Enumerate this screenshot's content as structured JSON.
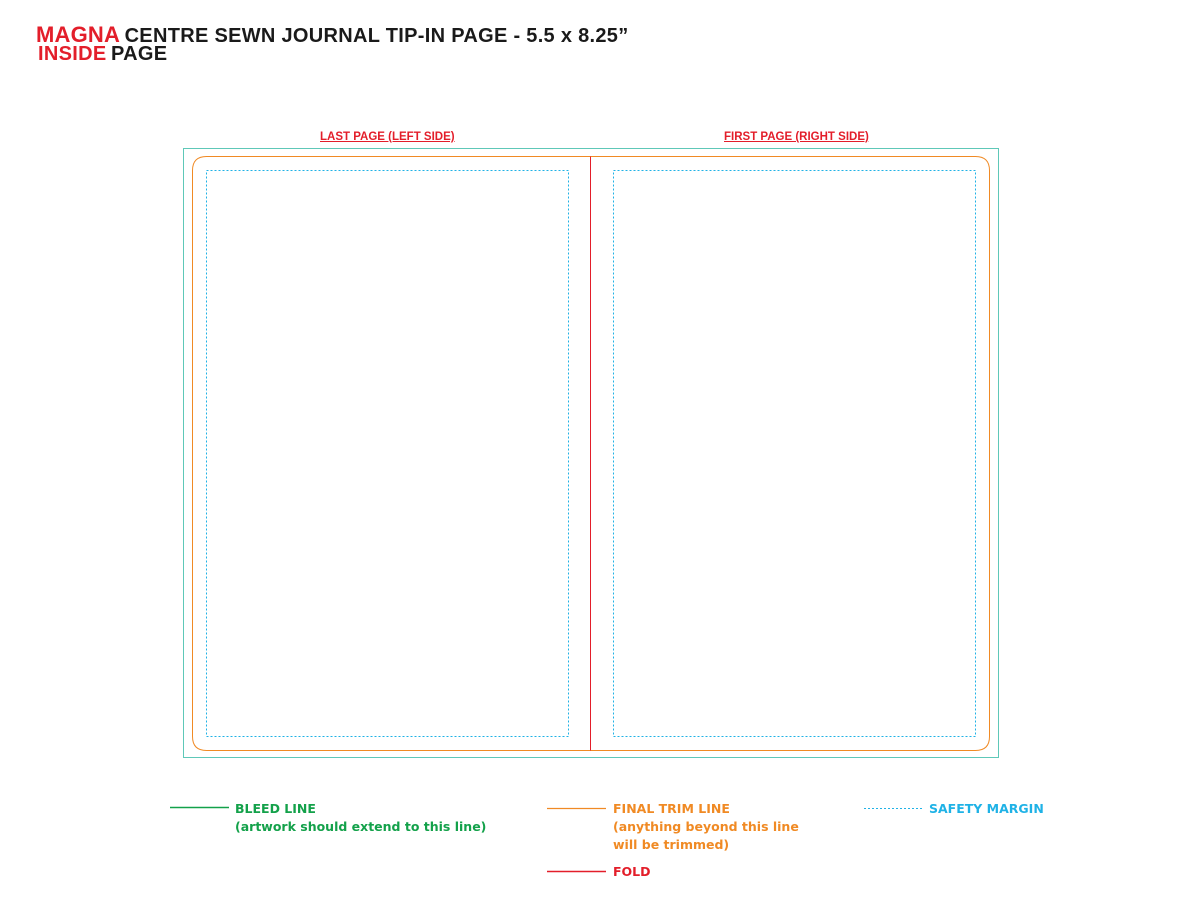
{
  "header": {
    "brand": "MAGNA",
    "title": "CENTRE SEWN JOURNAL TIP-IN PAGE - 5.5 x 8.25”",
    "subtitle_red": "INSIDE",
    "subtitle_black": "PAGE"
  },
  "pages": {
    "left_label": "LAST PAGE (LEFT SIDE)",
    "right_label": "FIRST PAGE (RIGHT SIDE)"
  },
  "legend": {
    "bleed": {
      "label": "BLEED LINE",
      "note": "(artwork should extend to this line)",
      "color": "#13a14a"
    },
    "trim": {
      "label": "FINAL TRIM LINE",
      "note_line1": "(anything beyond this line",
      "note_line2": "will be trimmed)",
      "color": "#f08a24"
    },
    "fold": {
      "label": "FOLD",
      "color": "#e31e2a"
    },
    "safety": {
      "label": "SAFETY MARGIN",
      "color": "#1fb2e6"
    }
  },
  "colors": {
    "brand_red": "#e31e2a",
    "bleed_line": "#5ec8b8",
    "trim_line": "#f08a24",
    "fold_line": "#e31e2a",
    "safety_line": "#1fb2e6"
  }
}
